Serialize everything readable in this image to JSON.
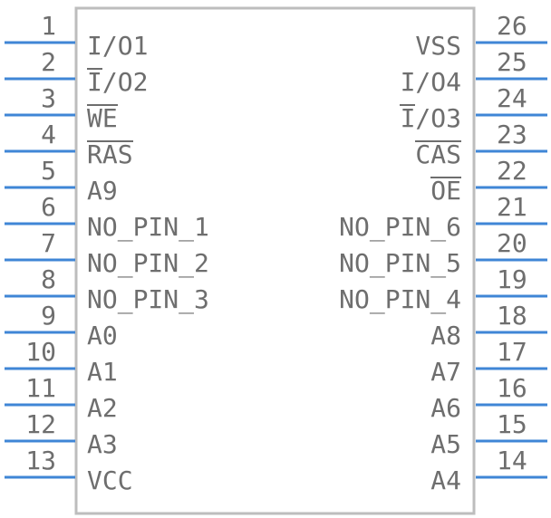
{
  "colors": {
    "pin": "#3f86d6",
    "body": "#bdbdbd",
    "text": "#6e6e6e"
  },
  "left_pins": [
    {
      "number": "1",
      "label": "I/O1",
      "overline": []
    },
    {
      "number": "2",
      "label": "I/O2",
      "overline": [
        0
      ]
    },
    {
      "number": "3",
      "label": "WE",
      "overline": [
        0,
        1
      ]
    },
    {
      "number": "4",
      "label": "RAS",
      "overline": [
        0,
        1,
        2
      ]
    },
    {
      "number": "5",
      "label": "A9",
      "overline": []
    },
    {
      "number": "6",
      "label": "NO_PIN_1",
      "overline": []
    },
    {
      "number": "7",
      "label": "NO_PIN_2",
      "overline": []
    },
    {
      "number": "8",
      "label": "NO_PIN_3",
      "overline": []
    },
    {
      "number": "9",
      "label": "A0",
      "overline": []
    },
    {
      "number": "10",
      "label": "A1",
      "overline": []
    },
    {
      "number": "11",
      "label": "A2",
      "overline": []
    },
    {
      "number": "12",
      "label": "A3",
      "overline": []
    },
    {
      "number": "13",
      "label": "VCC",
      "overline": []
    }
  ],
  "right_pins": [
    {
      "number": "26",
      "label": "VSS",
      "overline": []
    },
    {
      "number": "25",
      "label": "I/O4",
      "overline": []
    },
    {
      "number": "24",
      "label": "I/O3",
      "overline": [
        0
      ]
    },
    {
      "number": "23",
      "label": "CAS",
      "overline": [
        0,
        1,
        2
      ]
    },
    {
      "number": "22",
      "label": "OE",
      "overline": [
        0,
        1
      ]
    },
    {
      "number": "21",
      "label": "NO_PIN_6",
      "overline": []
    },
    {
      "number": "20",
      "label": "NO_PIN_5",
      "overline": []
    },
    {
      "number": "19",
      "label": "NO_PIN_4",
      "overline": []
    },
    {
      "number": "18",
      "label": "A8",
      "overline": []
    },
    {
      "number": "17",
      "label": "A7",
      "overline": []
    },
    {
      "number": "16",
      "label": "A6",
      "overline": []
    },
    {
      "number": "15",
      "label": "A5",
      "overline": []
    },
    {
      "number": "14",
      "label": "A4",
      "overline": []
    }
  ]
}
